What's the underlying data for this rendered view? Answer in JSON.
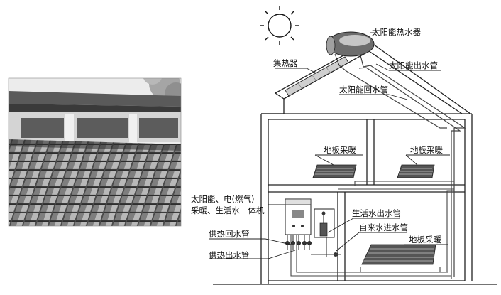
{
  "labels": {
    "solar_heater": "太阳能热水器",
    "collector": "集热器",
    "solar_outlet": "太阳能出水管",
    "solar_return": "太阳能回水管",
    "floor_heating_left": "地板采暖",
    "floor_heating_right": "地板采暖",
    "floor_heating_lower": "地板采暖",
    "combo_line1": "太阳能、电(燃气)",
    "combo_line2": "采暖、生活水一体机",
    "domestic_outlet": "生活水出水管",
    "tap_inlet": "自来水进水管",
    "heating_return": "供热回水管",
    "heating_outlet": "供热出水管"
  },
  "icons": {
    "sun": "sun-icon",
    "roof_photo": "tiled-roof-photo",
    "boiler": "wall-boiler-unit"
  },
  "colors": {
    "line": "#222222",
    "pipe": "#555555",
    "photo_sky": "#e9e9e9",
    "tile_dark": "#3c3c3c",
    "tile_light": "#9a9a9a"
  }
}
